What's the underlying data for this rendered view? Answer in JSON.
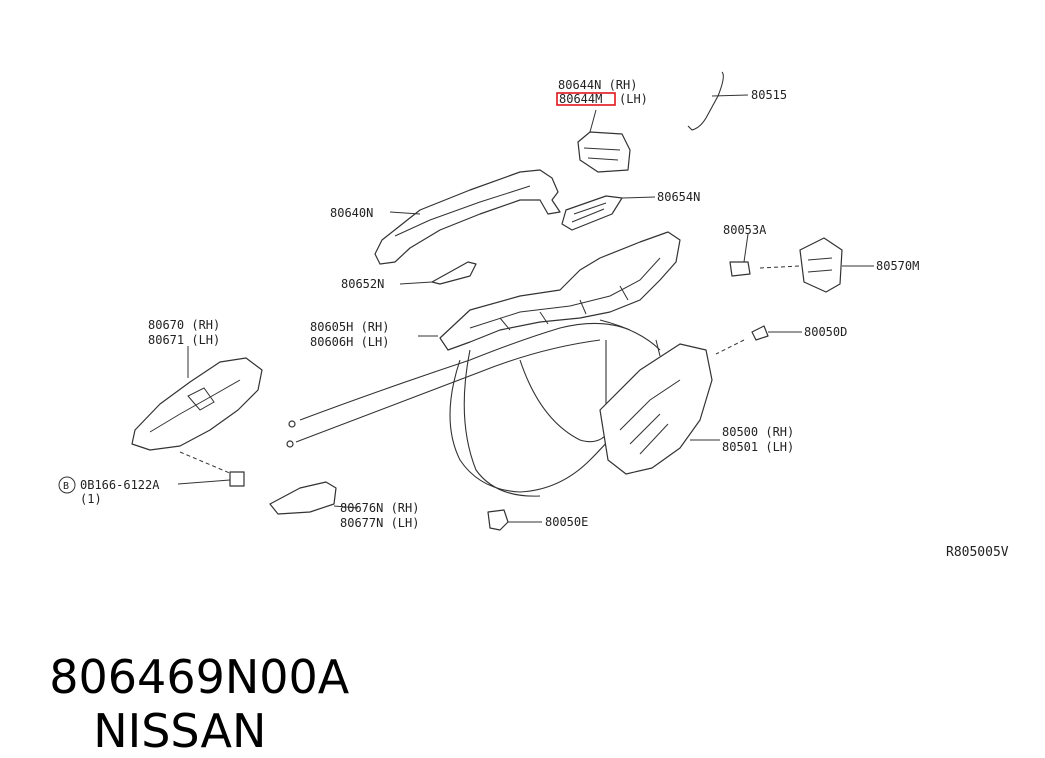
{
  "diagram": {
    "parts": {
      "p80644n": "80644N (RH)",
      "p80644m_code": "80644M",
      "p80644m_side": "(LH)",
      "p80515": "80515",
      "p80640n": "80640N",
      "p80654n": "80654N",
      "p80053a": "80053A",
      "p80570m": "80570M",
      "p80652n": "80652N",
      "p80670": "80670 (RH)",
      "p80671": "80671 (LH)",
      "p80605h": "80605H (RH)",
      "p80606h": "80606H (LH)",
      "p80050d": "80050D",
      "p80500": "80500 (RH)",
      "p80501": "80501 (LH)",
      "bolt_marker": "B",
      "bolt_code": "0B166-6122A",
      "bolt_qty": "(1)",
      "p80676n": "80676N (RH)",
      "p80677n": "80677N (LH)",
      "p80050e": "80050E"
    },
    "ref_code": "R805005V"
  },
  "footer": {
    "part_number": "806469N00A",
    "brand": "NISSAN"
  },
  "highlight_color": "#e0151b"
}
